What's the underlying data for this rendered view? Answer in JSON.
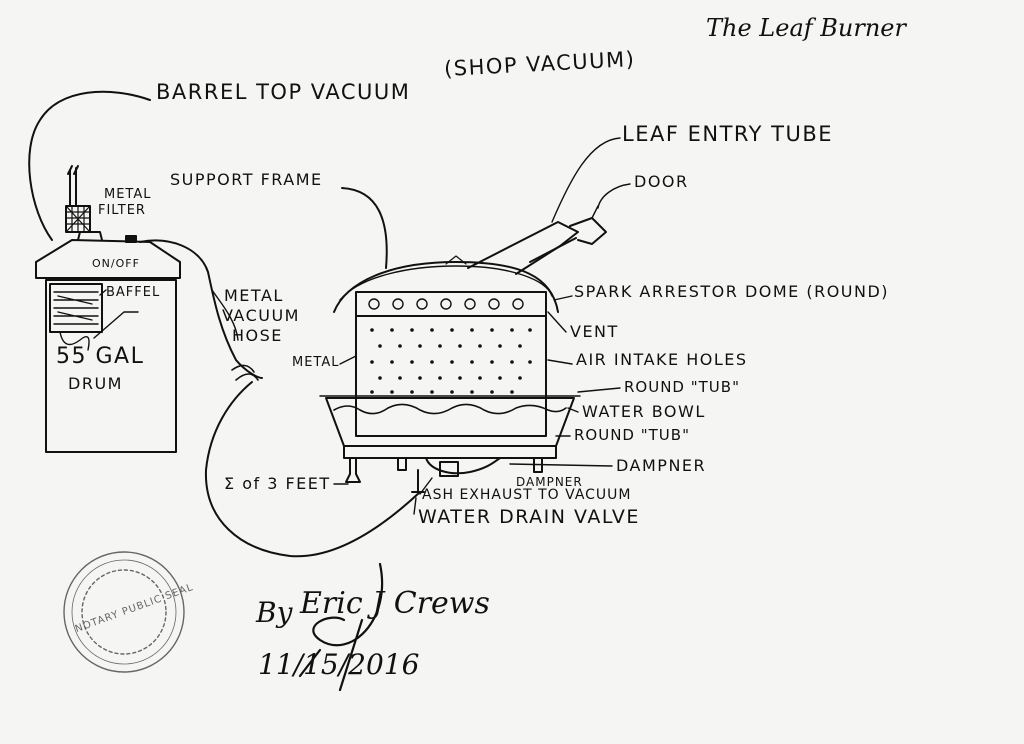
{
  "title": "The Leaf Burner",
  "labels": {
    "barrel_top_vacuum": "BARREL TOP VACUUM",
    "shop_vacuum": "(SHOP VACUUM)",
    "leaf_entry_tube": "LEAF ENTRY TUBE",
    "door": "DOOR",
    "support_frame": "SUPPORT FRAME",
    "metal_filter_1": "METAL",
    "metal_filter_2": "FILTER",
    "on_off": "ON/OFF",
    "baffel": "BAFFEL",
    "drum_1": "55 GAL",
    "drum_2": "DRUM",
    "metal_vacuum_hose_1": "METAL",
    "metal_vacuum_hose_2": "VACUUM",
    "metal_vacuum_hose_3": "HOSE",
    "metal": "METAL",
    "spark_arrestor_dome": "SPARK ARRESTOR DOME (ROUND)",
    "vent": "VENT",
    "air_intake_holes": "AIR INTAKE HOLES",
    "round_tub_1": "ROUND \"TUB\"",
    "water_bowl": "WATER BOWL",
    "round_tub_2": "ROUND \"TUB\"",
    "dampner_1": "DAMPNER",
    "dampner_2": "DAMPNER",
    "feet": "Σ of 3 FEET",
    "ash_exhaust": "ASH EXHAUST TO VACUUM",
    "water_drain_valve": "WATER DRAIN VALVE"
  },
  "signature": {
    "by": "By",
    "name": "Eric J Crews",
    "date": "11/15/2016"
  },
  "seal": {
    "text": "NOTARY PUBLIC SEAL"
  }
}
